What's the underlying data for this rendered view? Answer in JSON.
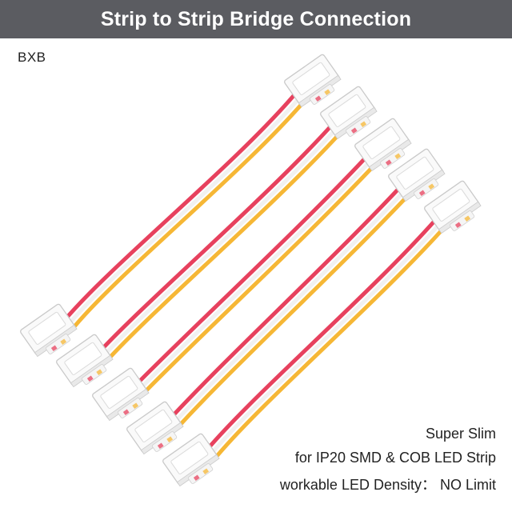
{
  "banner": {
    "title": "Strip to Strip Bridge Connection",
    "background": "#5b5c61"
  },
  "brand": "BXB",
  "product": {
    "icon": "led-strip-bridge-connector-cables",
    "count": 5
  },
  "captions": {
    "line1": "Super Slim",
    "line2": "for IP20 SMD & COB LED Strip",
    "line3": "workable LED Density： NO Limit"
  },
  "colors": {
    "red_wire": "#e7415e",
    "white_wire": "#f1f1f1",
    "yellow_wire": "#f6b735"
  }
}
